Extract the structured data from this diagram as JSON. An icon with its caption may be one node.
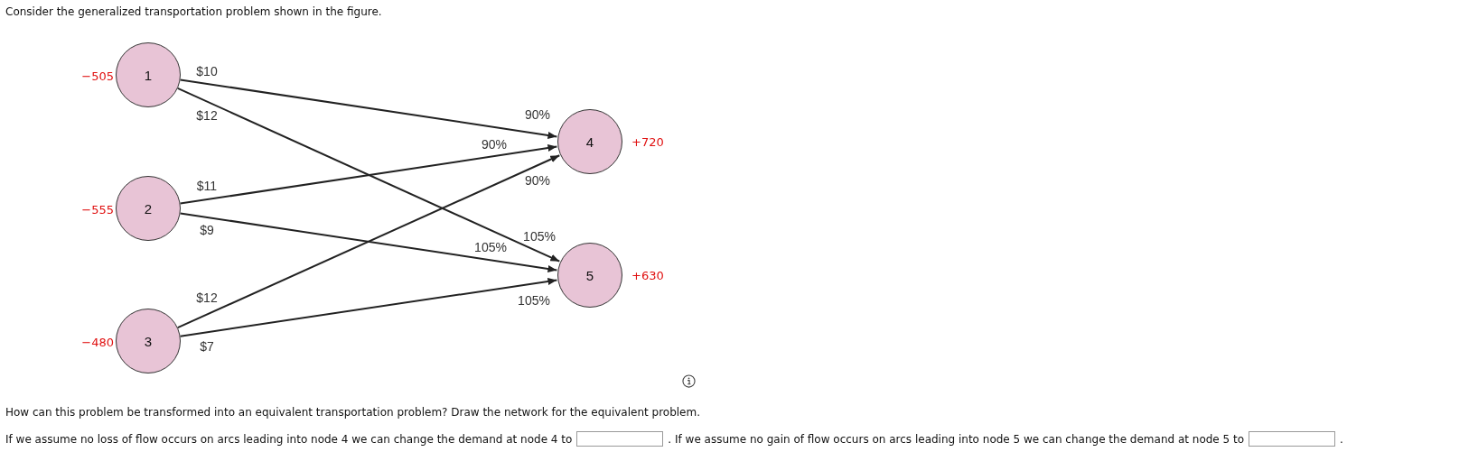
{
  "diagram": {
    "title": "Consider the generalized transportation problem shown in the figure.",
    "nodes": [
      {
        "text": [
          "1"
        ],
        "beside": [
          "−505"
        ]
      },
      {
        "text": [
          "2"
        ],
        "beside": [
          "−555"
        ]
      },
      {
        "text": [
          "3"
        ],
        "beside": [
          "−480"
        ]
      },
      {
        "text": [
          "4"
        ],
        "beside": [
          "+720"
        ]
      },
      {
        "text": [
          "5"
        ],
        "beside": [
          "+630"
        ]
      }
    ],
    "edges": [
      {
        "from": 0,
        "to": 3,
        "arrow": "to",
        "label": "$10"
      },
      {
        "from": 0,
        "to": 4,
        "arrow": "to",
        "label": "$12"
      },
      {
        "from": 1,
        "to": 3,
        "arrow": "to",
        "label": "$11"
      },
      {
        "from": 1,
        "to": 4,
        "arrow": "to",
        "label": "$9"
      },
      {
        "from": 2,
        "to": 3,
        "arrow": "to",
        "label": "$12"
      },
      {
        "from": 2,
        "to": 4,
        "arrow": "to",
        "label": "$7"
      }
    ],
    "labels": [
      "90%",
      "90%",
      "90%",
      "105%",
      "105%",
      "105%",
      "How can this problem be transformed into an equivalent transportation problem? Draw the network for the equivalent problem.",
      "If we assume no loss of flow occurs on arcs leading into node 4 we can change the demand at node 4 to",
      ". If we assume no gain of flow occurs on arcs leading into node 5 we can change the demand at node 5 to",
      "."
    ]
  }
}
